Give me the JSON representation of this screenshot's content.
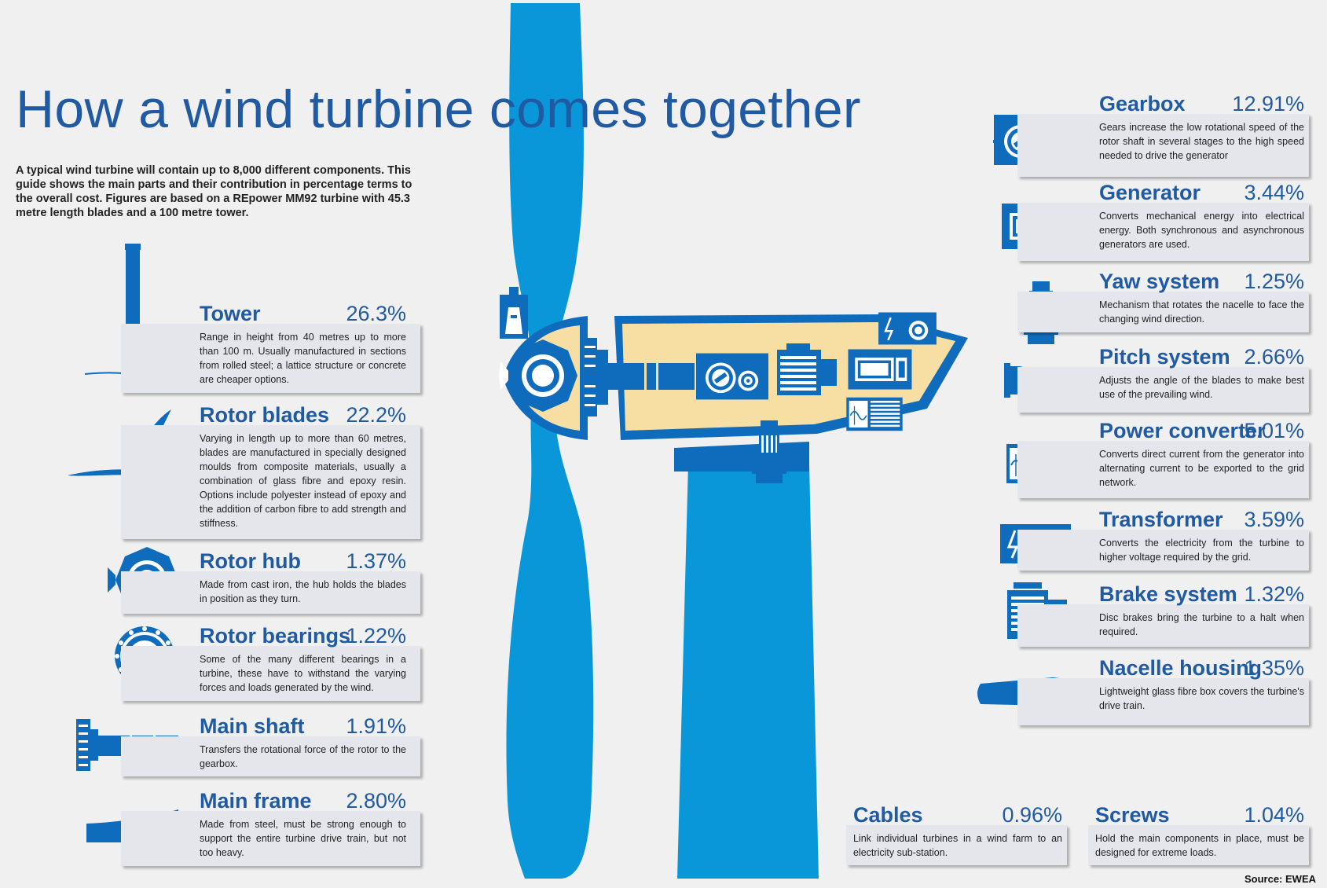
{
  "title": "How a wind turbine comes together",
  "intro": "A typical wind turbine will contain up to 8,000 different components. This guide shows the main parts and their contribution in percentage terms to the overall cost. Figures are based on a REpower MM92 turbine with 45.3 metre length blades and a 100 metre tower.",
  "source": "Source: EWEA",
  "colors": {
    "blue": "#0f6cbd",
    "lightblue": "#0a97d9",
    "title": "#1f5aa3",
    "nacelle": "#f7dfa4",
    "card": "#e4e6ec",
    "background": "#f0f0f0"
  },
  "components": [
    {
      "id": "tower",
      "name": "Tower",
      "percent": "26.3%",
      "icon": "tower-icon",
      "description": "Range in height from 40 metres up to more than 100 m. Usually manufactured in sections from rolled steel; a lattice structure or concrete are cheaper options."
    },
    {
      "id": "rotor-blades",
      "name": "Rotor blades",
      "percent": "22.2%",
      "icon": "rotor-blades-icon",
      "description": "Varying in length up to more than 60 metres, blades are manufactured in specially designed moulds from composite materials, usually a combination of glass fibre and epoxy resin. Options include polyester instead of epoxy and the addition of carbon fibre to add strength and stiffness."
    },
    {
      "id": "rotor-hub",
      "name": "Rotor hub",
      "percent": "1.37%",
      "icon": "rotor-hub-icon",
      "description": "Made from cast iron, the hub holds the blades in position as they turn."
    },
    {
      "id": "rotor-bearings",
      "name": "Rotor bearings",
      "percent": "1.22%",
      "icon": "rotor-bearings-icon",
      "description": "Some of the many different bearings in a turbine, these have to withstand the varying forces and loads generated by the wind."
    },
    {
      "id": "main-shaft",
      "name": "Main shaft",
      "percent": "1.91%",
      "icon": "main-shaft-icon",
      "description": "Transfers the rotational force of the rotor to the gearbox."
    },
    {
      "id": "main-frame",
      "name": "Main frame",
      "percent": "2.80%",
      "icon": "main-frame-icon",
      "description": "Made from steel, must be strong enough to support the entire turbine drive train, but not too heavy."
    },
    {
      "id": "gearbox",
      "name": "Gearbox",
      "percent": "12.91%",
      "icon": "gearbox-icon",
      "description": "Gears increase the low rotational speed of the rotor shaft in several stages to the high speed needed to drive the generator"
    },
    {
      "id": "generator",
      "name": "Generator",
      "percent": "3.44%",
      "icon": "generator-icon",
      "description": "Converts mechanical energy into electrical energy. Both synchronous and asynchronous generators are used."
    },
    {
      "id": "yaw-system",
      "name": "Yaw system",
      "percent": "1.25%",
      "icon": "yaw-system-icon",
      "description": "Mechanism that rotates the nacelle to face the changing wind direction."
    },
    {
      "id": "pitch-system",
      "name": "Pitch system",
      "percent": "2.66%",
      "icon": "pitch-system-icon",
      "description": "Adjusts the angle of the blades to make best use of the prevailing wind."
    },
    {
      "id": "power-converter",
      "name": "Power converter",
      "percent": "5.01%",
      "icon": "power-converter-icon",
      "description": "Converts direct current from the generator into alternating current to be exported to the grid network."
    },
    {
      "id": "transformer",
      "name": "Transformer",
      "percent": "3.59%",
      "icon": "transformer-icon",
      "description": "Converts the electricity from the turbine to higher voltage required by the grid."
    },
    {
      "id": "brake-system",
      "name": "Brake system",
      "percent": "1.32%",
      "icon": "brake-system-icon",
      "description": "Disc brakes bring the turbine to a halt when required."
    },
    {
      "id": "nacelle-housing",
      "name": "Nacelle housing",
      "percent": "1.35%",
      "icon": "nacelle-housing-icon",
      "description": "Lightweight glass fibre box covers the turbine's drive train."
    },
    {
      "id": "cables",
      "name": "Cables",
      "percent": "0.96%",
      "icon": "cables-icon",
      "description": "Link individual turbines in a wind farm to an electricity sub-station."
    },
    {
      "id": "screws",
      "name": "Screws",
      "percent": "1.04%",
      "icon": "screws-icon",
      "description": "Hold the main components in place, must be designed for extreme loads."
    }
  ]
}
